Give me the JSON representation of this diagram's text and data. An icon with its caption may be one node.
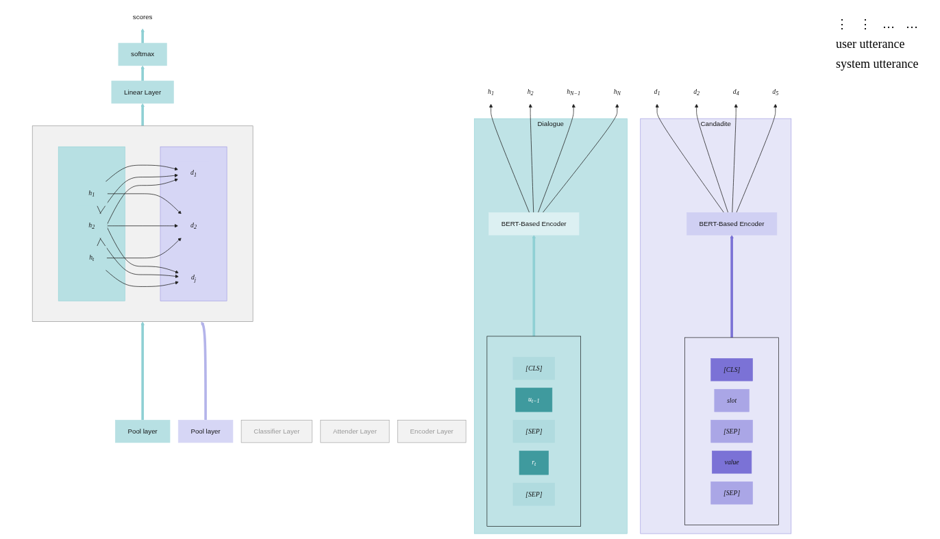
{
  "diagram": {
    "nodes": [
      {
        "text": [
          "Classifier Layer"
        ]
      },
      {
        "text": [
          "Attender Layer"
        ]
      },
      {
        "text": [
          "Encoder Layer"
        ]
      },
      {
        "text": [
          "scores"
        ]
      },
      {
        "text": [
          "softmax"
        ]
      },
      {
        "text": [
          "Linear Layer"
        ]
      },
      {
        "text": [],
        "shape": "box"
      },
      {
        "text": [],
        "shape": "box",
        "in": 6
      },
      {
        "text": [
          "h$_{1}$"
        ],
        "in": 7
      },
      {
        "text": [
          "h$_{2}$"
        ],
        "in": 7
      },
      {
        "text": [
          "h$_{t}$"
        ],
        "in": 7
      },
      {
        "text": [],
        "shape": "box",
        "in": 6
      },
      {
        "text": [
          "d$_{1}$"
        ],
        "in": 11
      },
      {
        "text": [
          "d$_{2}$"
        ],
        "in": 11
      },
      {
        "text": [
          "d$_{j}$"
        ],
        "in": 11
      },
      {
        "text": [
          "Pool layer"
        ]
      },
      {
        "text": [
          "Pool layer"
        ]
      },
      {
        "text": [
          "Dialogue"
        ]
      },
      {
        "text": [
          "h$_{1}$"
        ]
      },
      {
        "text": [
          "h$_{2}$"
        ]
      },
      {
        "text": [
          "h$_{N−1}$"
        ]
      },
      {
        "text": [
          "h$_{N}$"
        ]
      },
      {
        "text": [
          "BERT-Based Encoder"
        ],
        "in": 17
      },
      {
        "text": [],
        "shape": "box",
        "in": 17
      },
      {
        "text": [
          "[CLS]"
        ],
        "in": 23
      },
      {
        "text": [
          "u$_{t−1}$"
        ],
        "in": 23
      },
      {
        "text": [
          "[SEP]"
        ],
        "in": 23
      },
      {
        "text": [
          "r$_{t}$"
        ],
        "in": 23
      },
      {
        "text": [
          "[SEP]"
        ],
        "in": 23
      },
      {
        "text": [
          "Candadite"
        ]
      },
      {
        "text": [
          "d$_{1}$"
        ]
      },
      {
        "text": [
          "d$_{2}$"
        ]
      },
      {
        "text": [
          "d$_{4}$"
        ]
      },
      {
        "text": [
          "d$_{5}$"
        ]
      },
      {
        "text": [
          "BERT-Based Encoder"
        ],
        "in": 29
      },
      {
        "text": [],
        "shape": "box",
        "in": 29
      },
      {
        "text": [
          "[CLS]"
        ],
        "in": 35
      },
      {
        "text": [
          "slot"
        ],
        "in": 35
      },
      {
        "text": [
          "[SEP]"
        ],
        "in": 35
      },
      {
        "text": [
          "value"
        ],
        "in": 35
      },
      {
        "text": [
          "[SEP]"
        ],
        "in": 35
      }
    ],
    "edges": [
      {
        "from": 4,
        "to": 3,
        "arrow": "to",
        "style": "thick",
        "color": "#8fd0d4"
      },
      {
        "from": 5,
        "to": 4,
        "arrow": "to",
        "style": "thick",
        "color": "#8fd0d4"
      },
      {
        "from": 6,
        "to": 5,
        "arrow": "to",
        "style": "thick",
        "color": "#8fd0d4"
      },
      {
        "from": 15,
        "to": 6,
        "arrow": "to",
        "style": "thick",
        "color": "#8fd0d4"
      },
      {
        "from": 16,
        "to": 6,
        "arrow": "to",
        "style": "thick",
        "color": "#b4b4ea"
      },
      {
        "from": 8,
        "to": 12,
        "arrow": "to"
      },
      {
        "from": 8,
        "to": 13,
        "arrow": "to"
      },
      {
        "from": 8,
        "to": 14,
        "arrow": "to"
      },
      {
        "from": 9,
        "to": 12,
        "arrow": "to"
      },
      {
        "from": 9,
        "to": 13,
        "arrow": "to"
      },
      {
        "from": 9,
        "to": 14,
        "arrow": "to"
      },
      {
        "from": 10,
        "to": 12,
        "arrow": "to"
      },
      {
        "from": 10,
        "to": 13,
        "arrow": "to"
      },
      {
        "from": 10,
        "to": 14,
        "arrow": "to"
      },
      {
        "from": 22,
        "to": 18,
        "arrow": "to"
      },
      {
        "from": 22,
        "to": 19,
        "arrow": "to"
      },
      {
        "from": 22,
        "to": 20,
        "arrow": "to"
      },
      {
        "from": 22,
        "to": 21,
        "arrow": "to"
      },
      {
        "from": 23,
        "to": 22,
        "arrow": "to",
        "style": "thick",
        "color": "#8fd0d4"
      },
      {
        "from": 34,
        "to": 30,
        "arrow": "to"
      },
      {
        "from": 34,
        "to": 31,
        "arrow": "to"
      },
      {
        "from": 34,
        "to": 32,
        "arrow": "to"
      },
      {
        "from": 34,
        "to": 33,
        "arrow": "to"
      },
      {
        "from": 35,
        "to": 34,
        "arrow": "to",
        "style": "thick",
        "color": "#7b72d6"
      }
    ],
    "labels": [
      "⋮",
      "⋮",
      "…",
      "…",
      "user utterance",
      "system utterance"
    ]
  }
}
